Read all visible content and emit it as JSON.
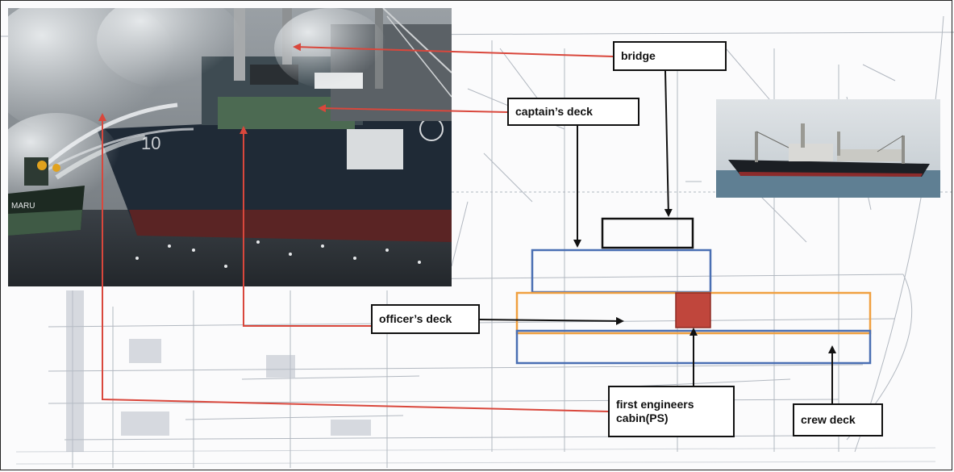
{
  "labels": {
    "bridge": "bridge",
    "captains_deck": "captain’s deck",
    "officers_deck": "officer’s deck",
    "first_engineers_cabin": "first engineers\ncabin(PS)",
    "crew_deck": "crew deck"
  },
  "photo_left": {
    "hull_text": "MARU"
  },
  "colors": {
    "arrow_red": "#d9473c",
    "arrow_black": "#111111",
    "deck_blue": "#4a6fb3",
    "deck_orange": "#f0a040",
    "cabin_red": "#c0463c"
  }
}
